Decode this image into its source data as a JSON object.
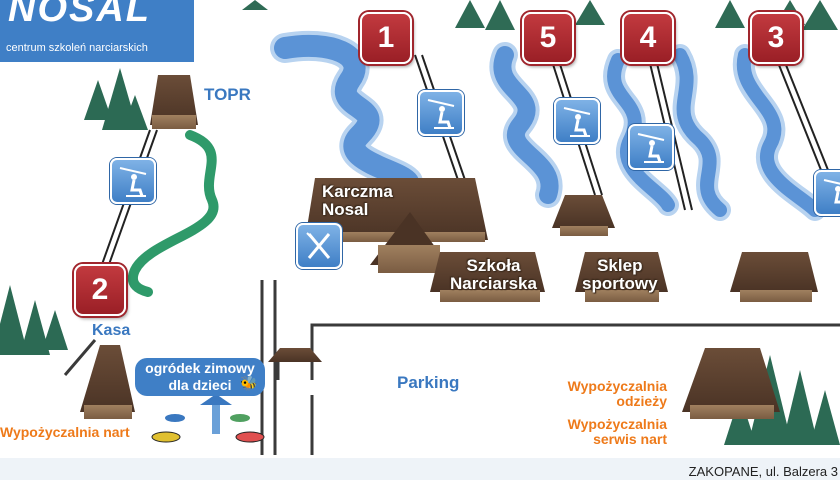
{
  "logo": {
    "title": "NOSAL",
    "subtitle": "centrum szkoleń narciarskich"
  },
  "colors": {
    "slope": "#5b93d6",
    "slope_light": "#cfe1f4",
    "route": "#2f9a6a",
    "badge": "#b0292f",
    "lift_icon": "#4f8ad0",
    "label_blue": "#3a78c0",
    "label_orange": "#ee7a1a",
    "roof": "#5a4030",
    "wall": "#8a6a4e"
  },
  "lift_badges": [
    "1",
    "5",
    "4",
    "3",
    "2"
  ],
  "places": {
    "topr": "TOPR",
    "karczma": "Karczma\nNosal",
    "szkola": "Szkoła\nNarciarska",
    "sklep": "Sklep\nsportowy",
    "kasa": "Kasa",
    "ogrodek": "ogródek zimowy\ndla dzieci",
    "parking": "Parking",
    "wyp_odziezy": "Wypożyczalnia\nodzieży",
    "wyp_serwis": "Wypożyczalnia\nserwis nart",
    "wyp_nart": "Wypożyczalnia nart"
  },
  "icons": {
    "ski_lift": "ski-lift-icon",
    "restaurant": "fork-knife-icon",
    "kids": "bee-icon"
  },
  "footer": {
    "address": "ZAKOPANE, ul. Balzera 3"
  }
}
